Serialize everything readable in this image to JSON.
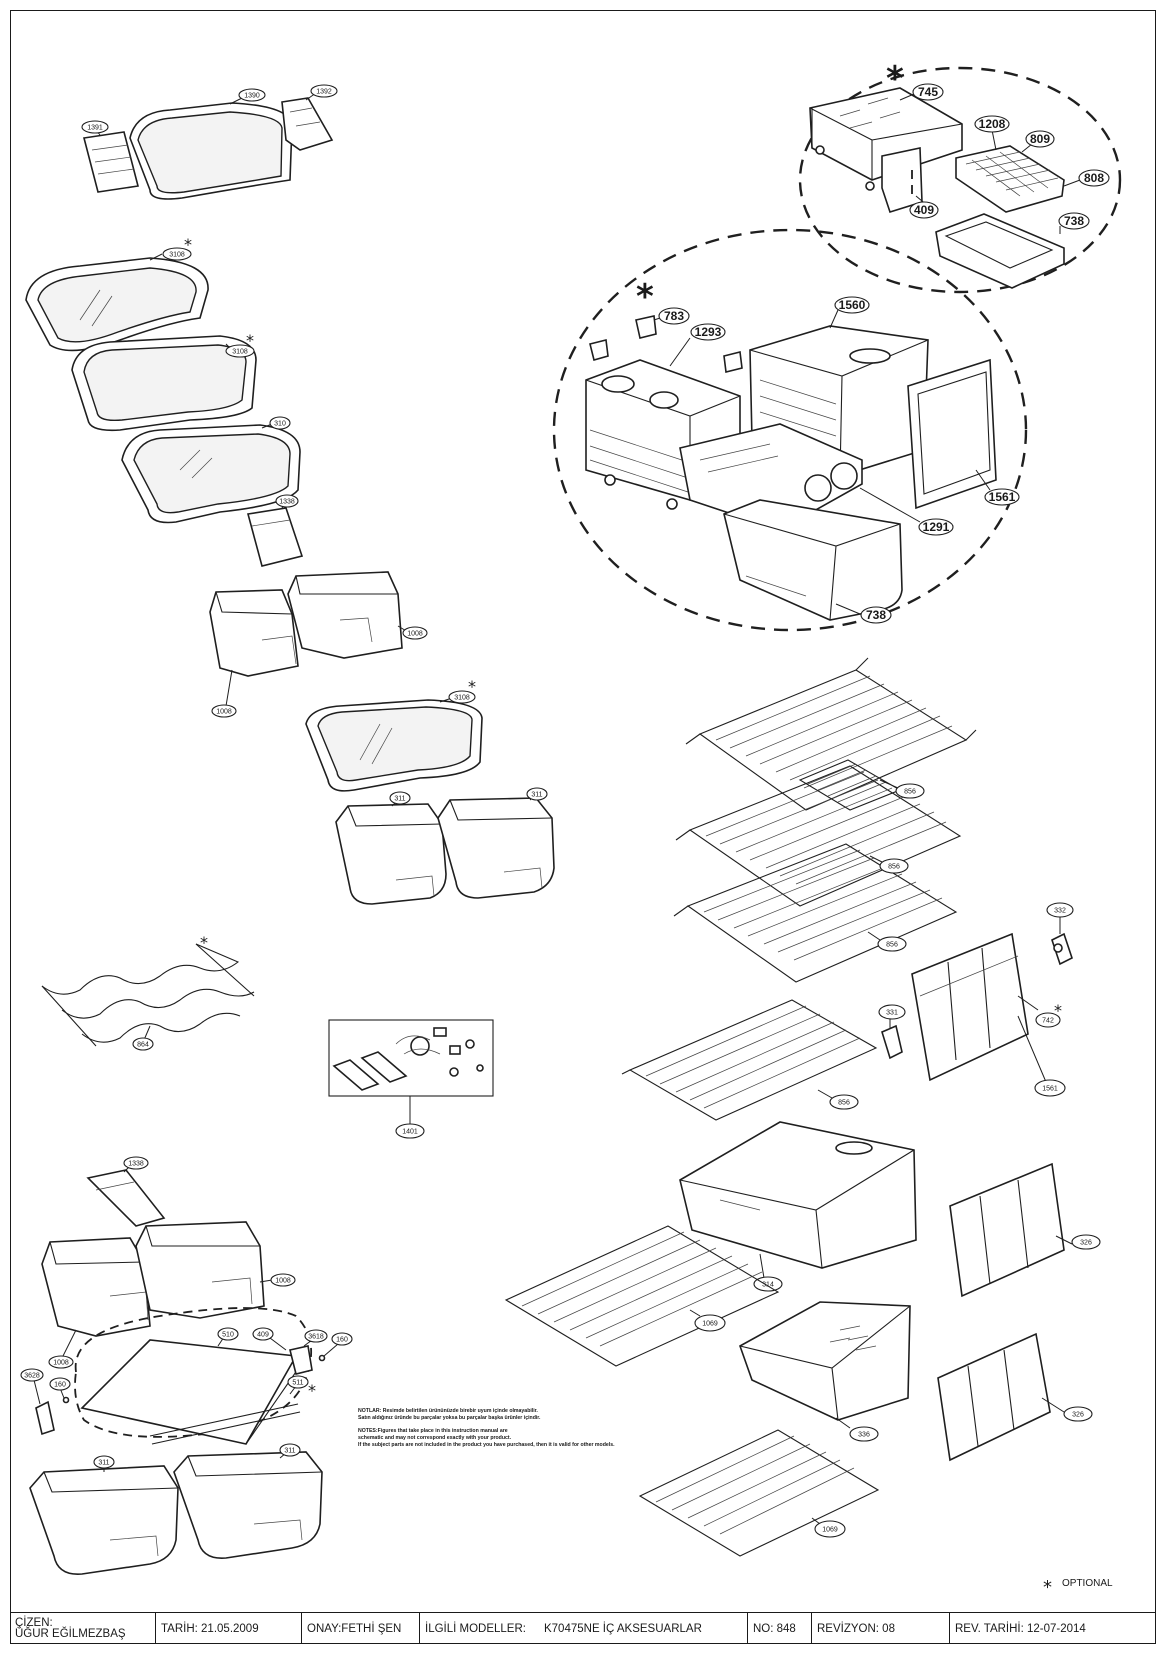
{
  "diagram": {
    "labels": {
      "p1390": "1390",
      "p1392": "1392",
      "p1391": "1391",
      "p3108a": "3108",
      "p3108b": "3108",
      "p310": "310",
      "p1338a": "1338",
      "p1008a": "1008",
      "p1008b": "1008",
      "p3108c": "3108",
      "p311a": "311",
      "p311b": "311",
      "p864": "864",
      "p1401": "1401",
      "p1338b": "1338",
      "p1008c": "1008",
      "p1008d": "1008",
      "p510": "510",
      "p409b": "409",
      "p3618": "3618",
      "p160a": "160",
      "p3628": "3628",
      "p160b": "160",
      "p511": "511",
      "p311c": "311",
      "p311d": "311",
      "p745": "745",
      "p1208": "1208",
      "p809": "809",
      "p808": "808",
      "p409": "409",
      "p738a": "738",
      "p783": "783",
      "p1293": "1293",
      "p1560": "1560",
      "p1561a": "1561",
      "p1291": "1291",
      "p738b": "738",
      "p856a": "856",
      "p856b": "856",
      "p856c": "856",
      "p332": "332",
      "p331": "331",
      "p742": "742",
      "p1561b": "1561",
      "p856d": "856",
      "p314": "314",
      "p326a": "326",
      "p1069a": "1069",
      "p336": "336",
      "p326b": "326",
      "p1069b": "1069"
    },
    "notes": {
      "tr1": "NOTLAR: Resimde belirtilen ürününüzde birebir uyum içinde olmayabilir.",
      "tr2": "Satın aldığınız üründe bu parçalar yoksa bu parçalar başka ürünler içindir.",
      "en1": "NOTES:Figures that take place in this instruction manual are",
      "en2": "schematic and may not correspond exactly with your product.",
      "en3": "If the subject parts are not included in the product you have purchased, then it is valid for other models."
    },
    "optional_marker": "*",
    "optional_label": "OPTIONAL"
  },
  "title_block": {
    "drawn_by_label": "ÇİZEN:",
    "drawn_by": "ÜĞUR EĞİLMEZBAŞ",
    "date": "TARİH: 21.05.2009",
    "approved": "ONAY:FETHİ ŞEN",
    "models_label": "İLGİLİ MODELLER:",
    "models": "K70475NE İÇ AKSESUARLAR",
    "number": "NO: 848",
    "revision": "REVİZYON: 08",
    "revision_date": "REV. TARİHİ: 12-07-2014"
  }
}
